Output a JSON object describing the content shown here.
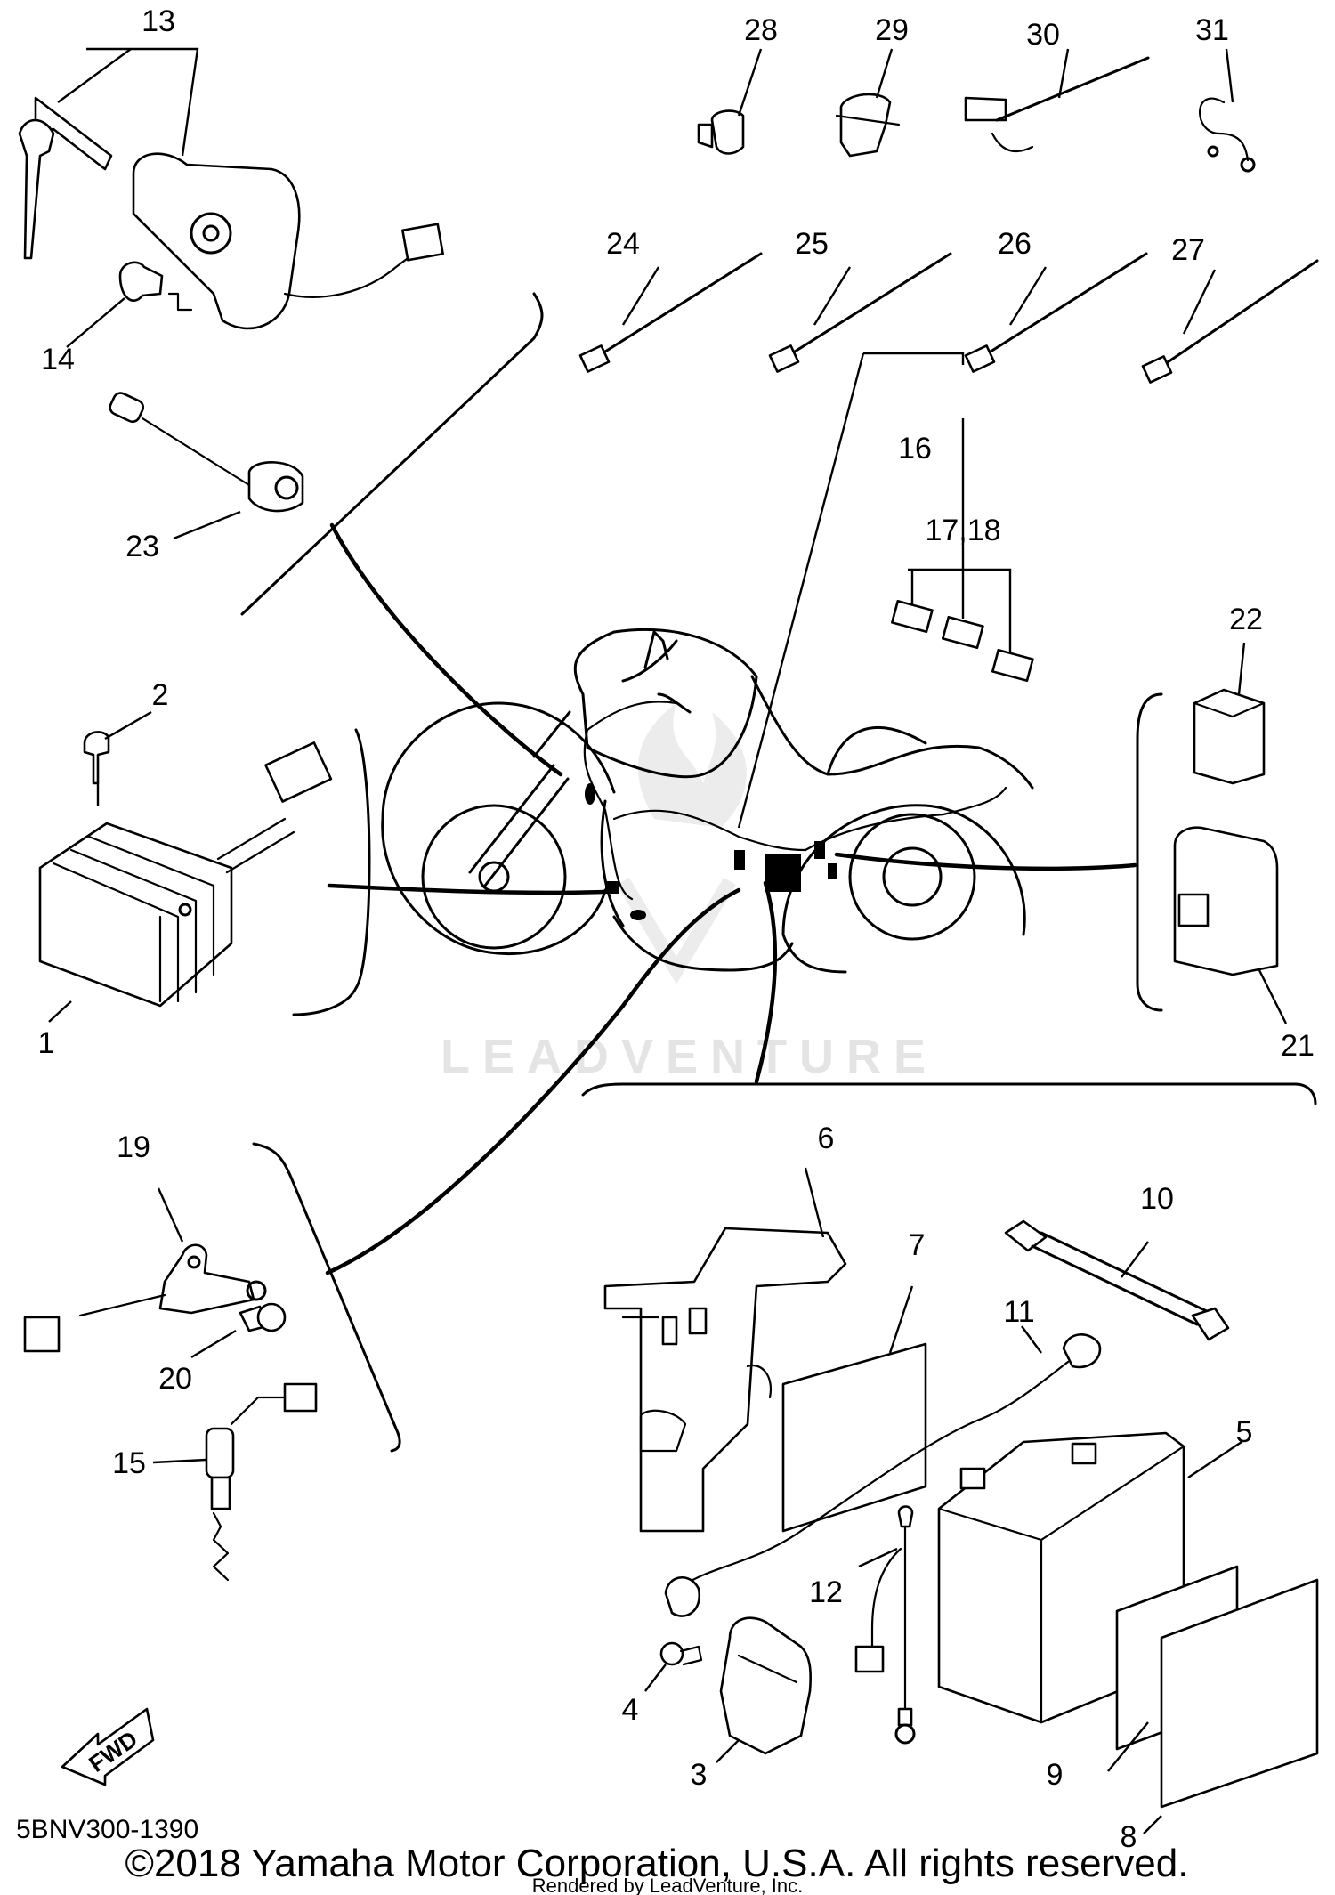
{
  "diagram": {
    "watermark": "LEADVENTURE",
    "fwd_label": "FWD",
    "diagram_code": "5BNV300-1390",
    "copyright": "©2018 Yamaha Motor Corporation, U.S.A. All rights reserved.",
    "rendered_by": "Rendered by LeadVenture, Inc.",
    "callouts": {
      "c1": "1",
      "c2": "2",
      "c3": "3",
      "c4": "4",
      "c5": "5",
      "c6": "6",
      "c7": "7",
      "c8": "8",
      "c9": "9",
      "c10": "10",
      "c11": "11",
      "c12": "12",
      "c13": "13",
      "c14": "14",
      "c15": "15",
      "c16": "16",
      "c17_18": "17,18",
      "c19": "19",
      "c20": "20",
      "c21": "21",
      "c22": "22",
      "c23": "23",
      "c24": "24",
      "c25": "25",
      "c26": "26",
      "c27": "27",
      "c28": "28",
      "c29": "29",
      "c30": "30",
      "c31": "31"
    }
  }
}
